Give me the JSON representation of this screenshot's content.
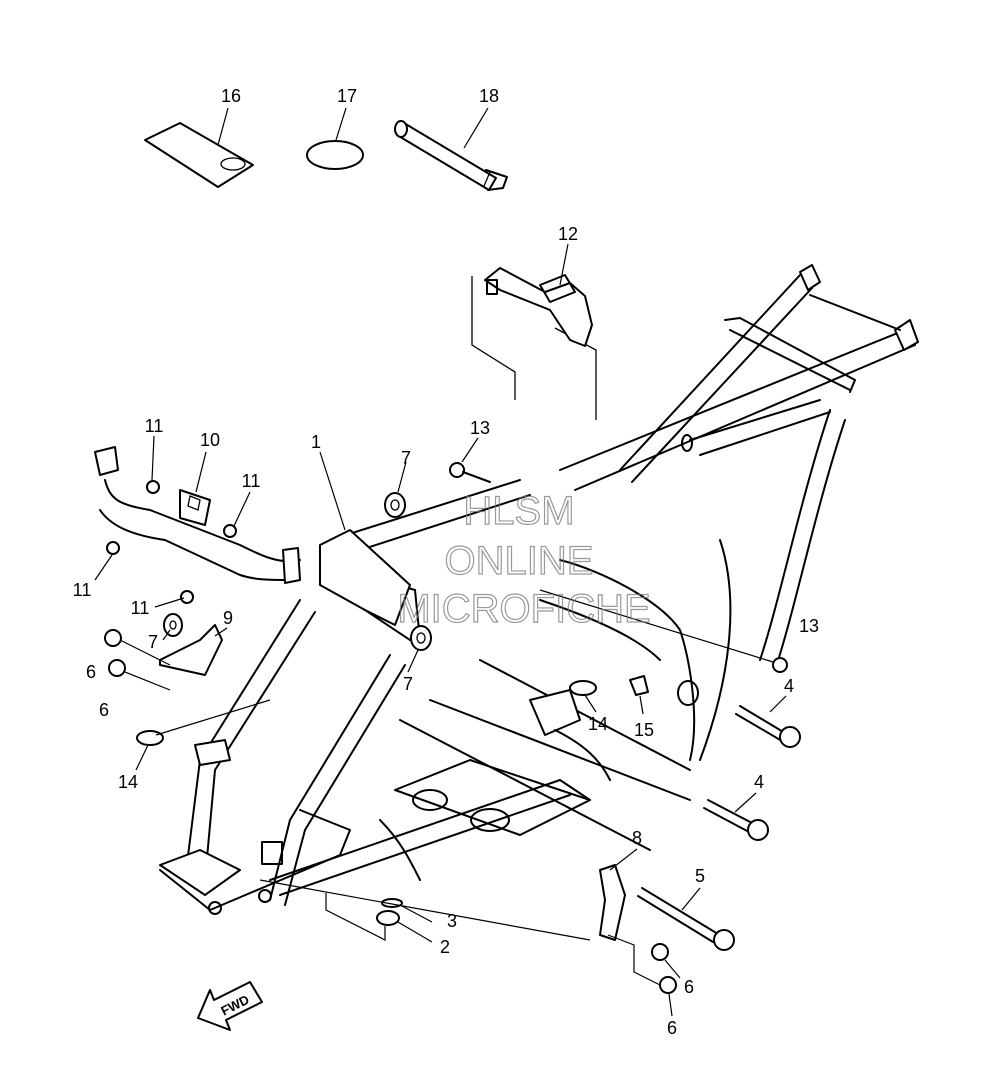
{
  "callouts": [
    {
      "id": "c16",
      "label": "16"
    },
    {
      "id": "c17",
      "label": "17"
    },
    {
      "id": "c18",
      "label": "18"
    },
    {
      "id": "c12",
      "label": "12"
    },
    {
      "id": "c11a",
      "label": "11"
    },
    {
      "id": "c10",
      "label": "10"
    },
    {
      "id": "c11b",
      "label": "11"
    },
    {
      "id": "c11c",
      "label": "11"
    },
    {
      "id": "c11d",
      "label": "11"
    },
    {
      "id": "c13a",
      "label": "13"
    },
    {
      "id": "c1",
      "label": "1"
    },
    {
      "id": "c7a",
      "label": "7"
    },
    {
      "id": "c7b",
      "label": "7"
    },
    {
      "id": "c7c",
      "label": "7"
    },
    {
      "id": "c9",
      "label": "9"
    },
    {
      "id": "c6a",
      "label": "6"
    },
    {
      "id": "c6b",
      "label": "6"
    },
    {
      "id": "c13b",
      "label": "13"
    },
    {
      "id": "c4a",
      "label": "4"
    },
    {
      "id": "c14a",
      "label": "14"
    },
    {
      "id": "c15",
      "label": "15"
    },
    {
      "id": "c14b",
      "label": "14"
    },
    {
      "id": "c4b",
      "label": "4"
    },
    {
      "id": "c8",
      "label": "8"
    },
    {
      "id": "c5",
      "label": "5"
    },
    {
      "id": "c3",
      "label": "3"
    },
    {
      "id": "c2",
      "label": "2"
    },
    {
      "id": "c6c",
      "label": "6"
    },
    {
      "id": "c6d",
      "label": "6"
    }
  ],
  "watermark": {
    "line1": "HLSM",
    "line2": "ONLINE",
    "line3": "MICROFICHE"
  },
  "fwd_label": "FWD"
}
